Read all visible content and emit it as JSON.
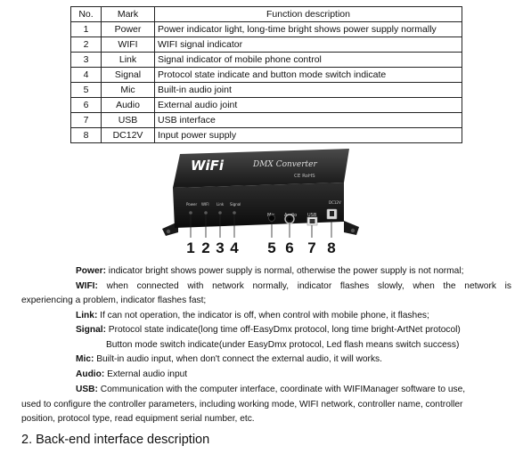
{
  "table": {
    "headers": [
      "No.",
      "Mark",
      "Function description"
    ],
    "rows": [
      {
        "no": "1",
        "mark": "Power",
        "func": "Power indicator light, long-time bright shows power supply normally"
      },
      {
        "no": "2",
        "mark": "WIFI",
        "func": "WIFI signal indicator"
      },
      {
        "no": "3",
        "mark": "Link",
        "func": "Signal indicator of mobile phone control"
      },
      {
        "no": "4",
        "mark": "Signal",
        "func": "Protocol state indicate and button mode switch indicate"
      },
      {
        "no": "5",
        "mark": "Mic",
        "func": "Built-in audio joint"
      },
      {
        "no": "6",
        "mark": "Audio",
        "func": "External audio joint"
      },
      {
        "no": "7",
        "mark": "USB",
        "func": "USB interface"
      },
      {
        "no": "8",
        "mark": "DC12V",
        "func": "Input power supply"
      }
    ]
  },
  "device": {
    "logo": "WiFi",
    "brand": "DMX Converter",
    "cert": "CE RoHS",
    "port_labels": [
      "Power",
      "WIFI",
      "Link",
      "Signal",
      "Mic",
      "Audio",
      "USB",
      "DC12V"
    ],
    "callout_numbers": [
      "1",
      "2",
      "3",
      "4",
      "5",
      "6",
      "7",
      "8"
    ]
  },
  "descriptions": {
    "power": {
      "label": "Power:",
      "text": " indicator bright shows power supply is normal, otherwise the power supply is not normal;"
    },
    "wifi": {
      "label": "WIFI:",
      "text_line1": " when connected with network normally, indicator flashes slowly, when the network is",
      "text_line2": "experiencing a problem, indicator flashes fast;"
    },
    "link": {
      "label": "Link:",
      "text": " If can not operation, the indicator is off, when control with mobile phone, it flashes;"
    },
    "signal": {
      "label": "Signal:",
      "text_line1": " Protocol state indicate(long time off-EasyDmx protocol, long time bright-ArtNet protocol)",
      "text_line2": "Button mode switch indicate(under EasyDmx protocol, Led flash means switch success)"
    },
    "mic": {
      "label": "Mic:",
      "text": " Built-in audio input, when don't connect the external audio, it will works."
    },
    "audio": {
      "label": "Audio:",
      "text": " External audio input"
    },
    "usb": {
      "label": "USB:",
      "text_line1": " Communication with the computer interface, coordinate with WIFIManager software to use,",
      "text_line2": "used to configure the controller parameters, including working mode, WIFI network, controller name, controller",
      "text_line3": "position, protocol type, read equipment serial number, etc."
    }
  },
  "section_heading": "2. Back-end interface description"
}
